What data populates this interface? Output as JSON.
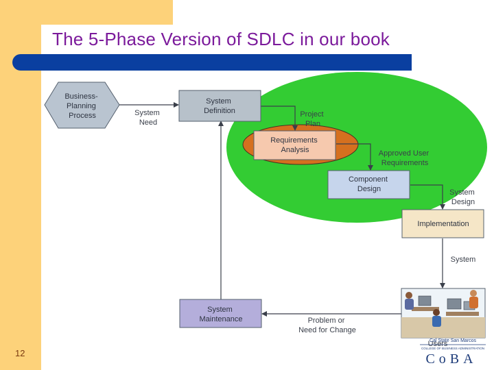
{
  "slide": {
    "title": "The 5-Phase Version of SDLC in our book",
    "number": "12"
  },
  "diagram": {
    "nodes": {
      "business_planning": [
        "Business-",
        "Planning",
        "Process"
      ],
      "system_definition": [
        "System",
        "Definition"
      ],
      "requirements_analysis": [
        "Requirements",
        "Analysis"
      ],
      "component_design": [
        "Component",
        "Design"
      ],
      "implementation": [
        "Implementation"
      ],
      "system_maintenance": [
        "System",
        "Maintenance"
      ]
    },
    "labels": {
      "system_need": [
        "System",
        "Need"
      ],
      "project_plan": [
        "Project",
        "Plan"
      ],
      "approved_requirements": [
        "Approved User",
        "Requirements"
      ],
      "system_design": [
        "System",
        "Design"
      ],
      "system": [
        "System"
      ],
      "problem_or_change": [
        "Problem or",
        "Need for Change"
      ],
      "users": [
        "Users"
      ]
    },
    "colors": {
      "green_region": "#33cc33",
      "orange_region": "#d5701f",
      "box_gray": "#b7c1ca",
      "box_peach": "#f6c9ae",
      "box_blue": "#c6d5ec",
      "box_tan": "#f5e6c7",
      "box_lavender": "#b4aedb",
      "hexagon": "#b9c4d0"
    }
  },
  "logo": {
    "university": "Cal State San Marcos",
    "college": "COLLEGE OF BUSINESS ADMINISTRATION",
    "wordmark": "CoBA"
  }
}
